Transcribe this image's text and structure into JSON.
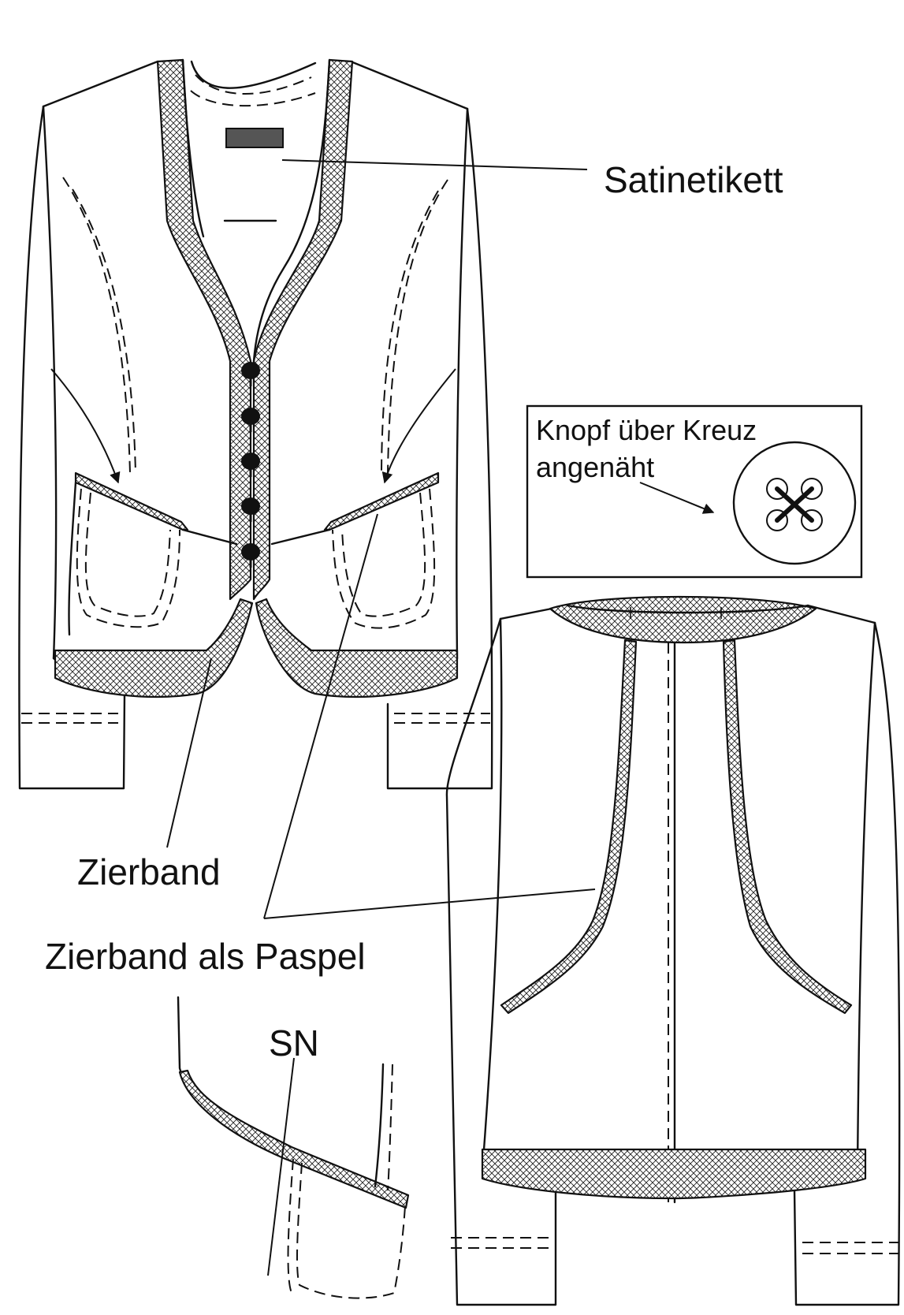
{
  "labels": {
    "satin_label": "Satinetikett",
    "button_note": "Knopf über Kreuz angenäht",
    "button_note_line1": "Knopf über Kreuz",
    "button_note_line2": "angenäht",
    "trim": "Zierband",
    "trim_piping": "Zierband als Paspel",
    "sn": "SN"
  },
  "front": {
    "button_count": 5
  },
  "colors": {
    "line": "#111111",
    "satin_label_fill": "#555555",
    "background": "#ffffff"
  },
  "icons": [
    "button-icon",
    "arrow-icon"
  ]
}
